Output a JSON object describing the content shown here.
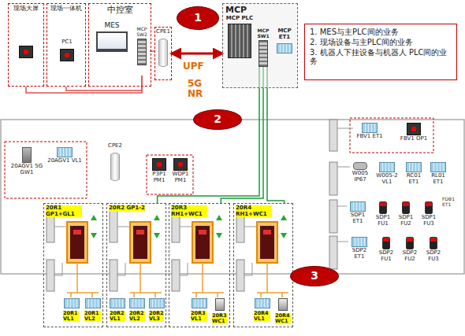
{
  "diagram": {
    "nodes": [
      {
        "text": [
          "现场大屏"
        ]
      },
      {
        "text": [
          "现场一体机"
        ]
      },
      {
        "text": [
          "PC1"
        ],
        "in": 1
      },
      {
        "text": [
          "中控室"
        ]
      },
      {
        "text": [
          "MES"
        ],
        "in": 3
      },
      {
        "text": [
          "MCP SW2"
        ],
        "in": 3
      },
      {
        "text": [
          "CPE1"
        ]
      },
      {
        "text": [
          "1"
        ]
      },
      {
        "text": [
          "MCP"
        ]
      },
      {
        "text": [
          "MCP PLC"
        ],
        "in": 8
      },
      {
        "text": [
          "MCP SW1"
        ],
        "in": 8
      },
      {
        "text": [
          "MCP ET1"
        ],
        "in": 8
      },
      {
        "text": [
          "1. MES与主PLC间的业务",
          "2. 现场设备与主PLC间的业务",
          "3. 机器人下挂设备与机器人 PLC间的业务"
        ]
      },
      {
        "text": [
          "2"
        ]
      },
      {
        "text": [
          "FBV1 ET1"
        ]
      },
      {
        "text": [
          "FBV1 OP1"
        ]
      },
      {
        "text": [
          "W005 IP67"
        ]
      },
      {
        "text": [
          "W005-2 VL1"
        ]
      },
      {
        "text": [
          "RC01 ET1"
        ]
      },
      {
        "text": [
          "RL01 ET1"
        ]
      },
      {
        "text": [
          "SDP1 ET1"
        ]
      },
      {
        "text": [
          "SDP1 FU1"
        ]
      },
      {
        "text": [
          "SDP1 FU2"
        ]
      },
      {
        "text": [
          "SDP1 FU3"
        ]
      },
      {
        "text": [
          "SDP2 ET1"
        ]
      },
      {
        "text": [
          "SDP2 FU1"
        ]
      },
      {
        "text": [
          "SDP2 FU2"
        ]
      },
      {
        "text": [
          "SDP2 FU3"
        ]
      },
      {
        "text": [
          "20AGV1 5G GW1"
        ]
      },
      {
        "text": [
          "20AGV1 VL1"
        ]
      },
      {
        "text": [
          "CPE2"
        ]
      },
      {
        "text": [
          "P3P1 PM1"
        ]
      },
      {
        "text": [
          "WDP1 PM1"
        ]
      },
      {
        "text": [
          "20R1 GP1+GL1"
        ]
      },
      {
        "text": [
          "20R2 GP1-2"
        ]
      },
      {
        "text": [
          "20R3 RH1+WC1"
        ]
      },
      {
        "text": [
          "20R4 RH1+WC1"
        ]
      },
      {
        "text": [
          "20R1 VL1"
        ],
        "in": 33
      },
      {
        "text": [
          "20R1 VL2"
        ],
        "in": 33
      },
      {
        "text": [
          "20R2 VL1"
        ],
        "in": 34
      },
      {
        "text": [
          "20R2 VL2"
        ],
        "in": 34
      },
      {
        "text": [
          "20R2 VL3"
        ],
        "in": 34
      },
      {
        "text": [
          "20R3 VL1"
        ],
        "in": 35
      },
      {
        "text": [
          "20R3 WC1"
        ],
        "in": 35
      },
      {
        "text": [
          "20R4 VL1"
        ],
        "in": 36
      },
      {
        "text": [
          "20R4 WC1"
        ],
        "in": 36
      },
      {
        "text": [
          "3"
        ]
      }
    ],
    "edges": [
      {
        "from": 6,
        "to": 8,
        "arrow": "both"
      },
      {
        "from": 5,
        "to": 6,
        "arrow": "none"
      },
      {
        "from": 5,
        "to": 0,
        "arrow": "none"
      },
      {
        "from": 5,
        "to": 1,
        "arrow": "none"
      },
      {
        "from": 10,
        "to": 34,
        "arrow": "none"
      },
      {
        "from": 10,
        "to": 35,
        "arrow": "none"
      },
      {
        "from": 10,
        "to": 36,
        "arrow": "none"
      }
    ],
    "labels": [
      "UPF",
      "5G NR",
      "FDB1 ET1"
    ]
  }
}
